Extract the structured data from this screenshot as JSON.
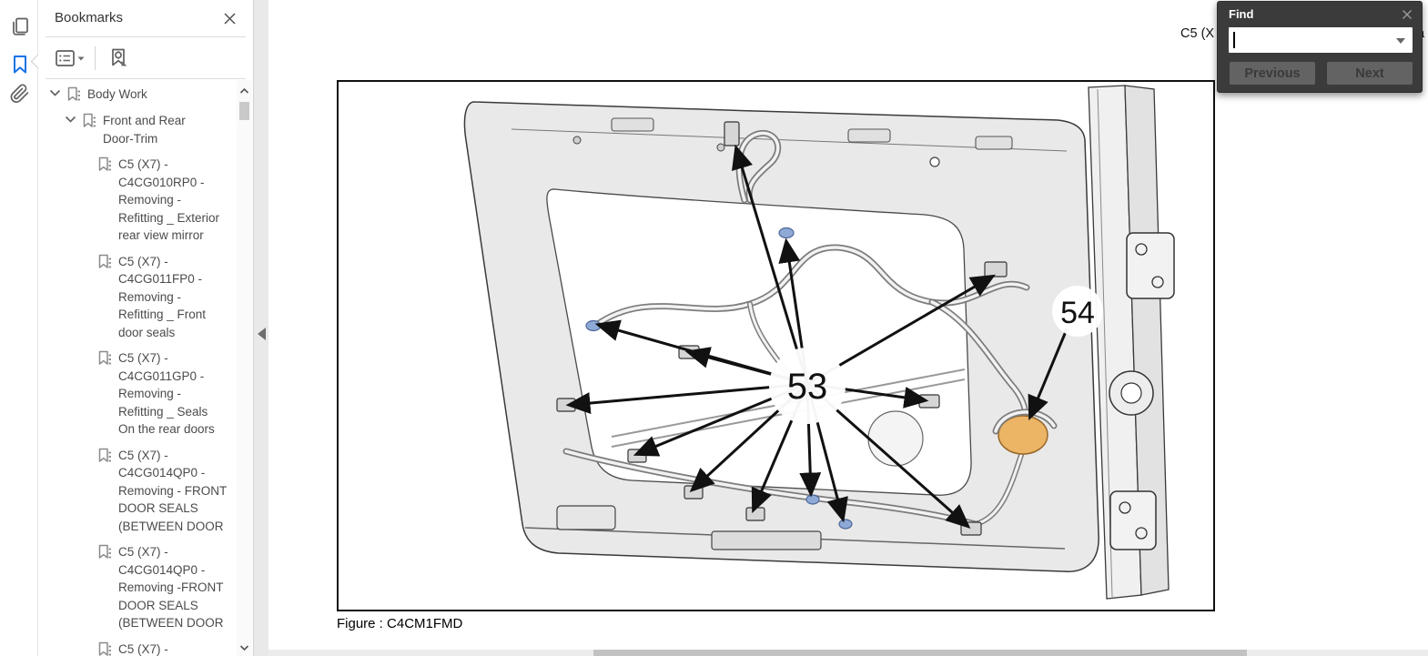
{
  "left_rail": {
    "items": [
      {
        "name": "page-thumbnails"
      },
      {
        "name": "bookmarks",
        "active": true
      },
      {
        "name": "attachments"
      }
    ]
  },
  "bookmarks_panel": {
    "title": "Bookmarks",
    "tree": {
      "items": [
        {
          "level": 0,
          "chevron": true,
          "lines": [
            "Body Work"
          ]
        },
        {
          "level": 1,
          "chevron": true,
          "lines": [
            "Front and Rear",
            "Door-Trim"
          ]
        },
        {
          "level": 2,
          "chevron": false,
          "lines": [
            "C5 (X7) -",
            "C4CG010RP0 -",
            "Removing -",
            "Refitting _ Exterior",
            "rear view mirror"
          ]
        },
        {
          "level": 2,
          "chevron": false,
          "lines": [
            "C5 (X7) -",
            "C4CG011FP0 -",
            "Removing -",
            "Refitting _ Front",
            "door seals"
          ]
        },
        {
          "level": 2,
          "chevron": false,
          "lines": [
            "C5 (X7) -",
            "C4CG011GP0 -",
            "Removing -",
            "Refitting _ Seals",
            "On the rear doors"
          ]
        },
        {
          "level": 2,
          "chevron": false,
          "lines": [
            "C5 (X7) -",
            "C4CG014QP0 -",
            "Removing - FRONT",
            "DOOR SEALS",
            "(BETWEEN DOOR"
          ]
        },
        {
          "level": 2,
          "chevron": false,
          "lines": [
            "C5 (X7) -",
            "C4CG014QP0 -",
            "Removing -FRONT",
            "DOOR SEALS",
            "(BETWEEN DOOR"
          ]
        },
        {
          "level": 2,
          "chevron": false,
          "lines": [
            "C5 (X7) -"
          ]
        }
      ]
    }
  },
  "document": {
    "header_left_fragment": "C5 (X",
    "header_right_fragment": "a",
    "figure": {
      "caption": "Figure : C4CM1FMD",
      "label_53": "53",
      "label_54": "54"
    }
  },
  "find_dialog": {
    "title": "Find",
    "input_value": "",
    "buttons": {
      "previous": "Previous",
      "next": "Next"
    }
  },
  "colors": {
    "accent_blue": "#1473e6",
    "find_dialog_bg": "#3b3b3b",
    "find_button_bg": "#636363",
    "grommet_orange": "#ecb465",
    "clip_blue": "#8fa9d6"
  }
}
